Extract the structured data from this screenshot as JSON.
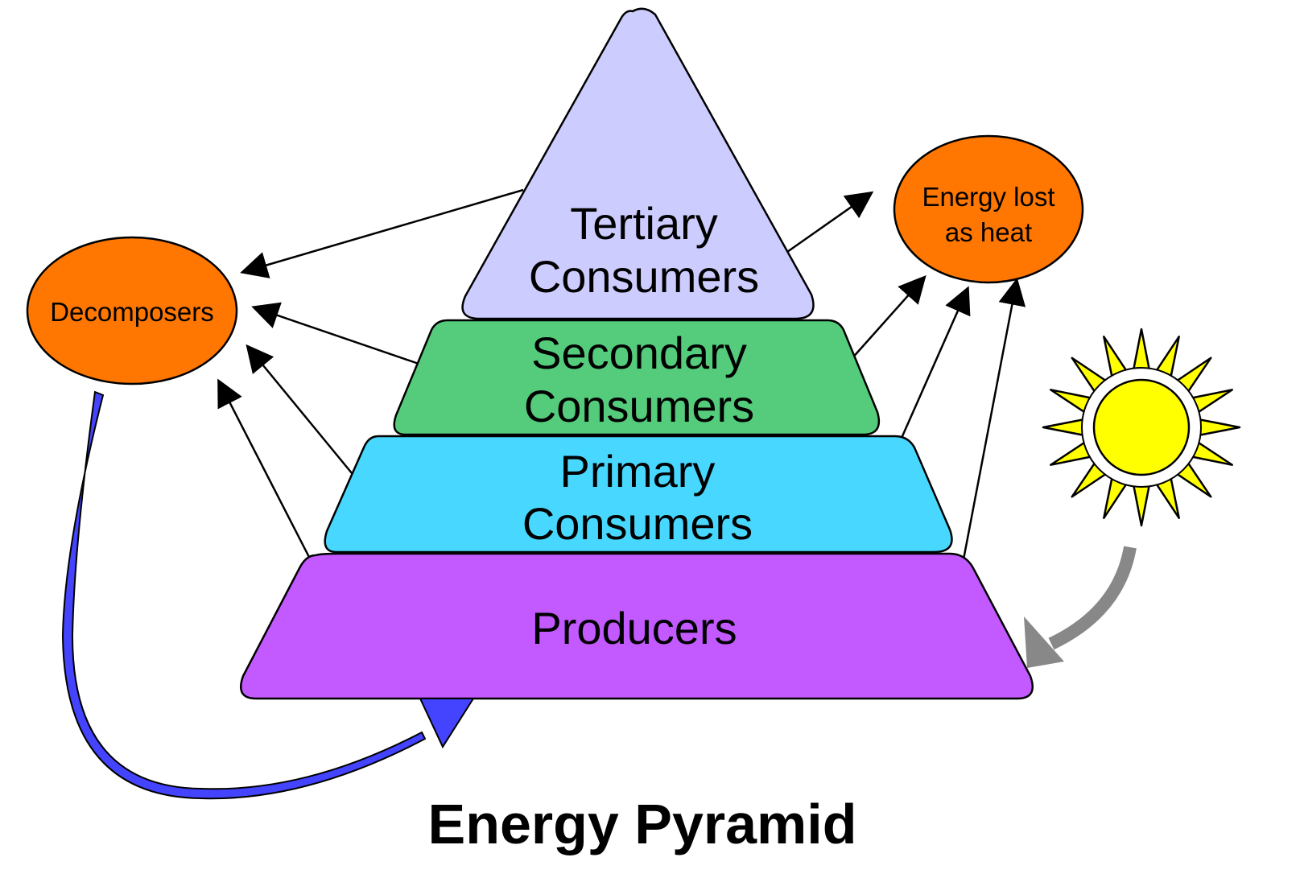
{
  "title": "Energy Pyramid",
  "pyramid": {
    "tertiary": {
      "line1": "Tertiary",
      "line2": "Consumers",
      "color": "#CCCCFF"
    },
    "secondary": {
      "line1": "Secondary",
      "line2": "Consumers",
      "color": "#54CC7C"
    },
    "primary": {
      "line1": "Primary",
      "line2": "Consumers",
      "color": "#48D8FF"
    },
    "producers": {
      "line1": "Producers",
      "color": "#C25AFF"
    }
  },
  "decomposers": {
    "label": "Decomposers",
    "color": "#FF7700"
  },
  "heat": {
    "line1": "Energy lost",
    "line2": "as heat",
    "color": "#FF7700"
  },
  "sun": {
    "icon": "sun-icon",
    "color": "#FFFF00"
  },
  "arrows": {
    "recycle_color": "#4444FF",
    "sunlight_color": "#888888"
  }
}
